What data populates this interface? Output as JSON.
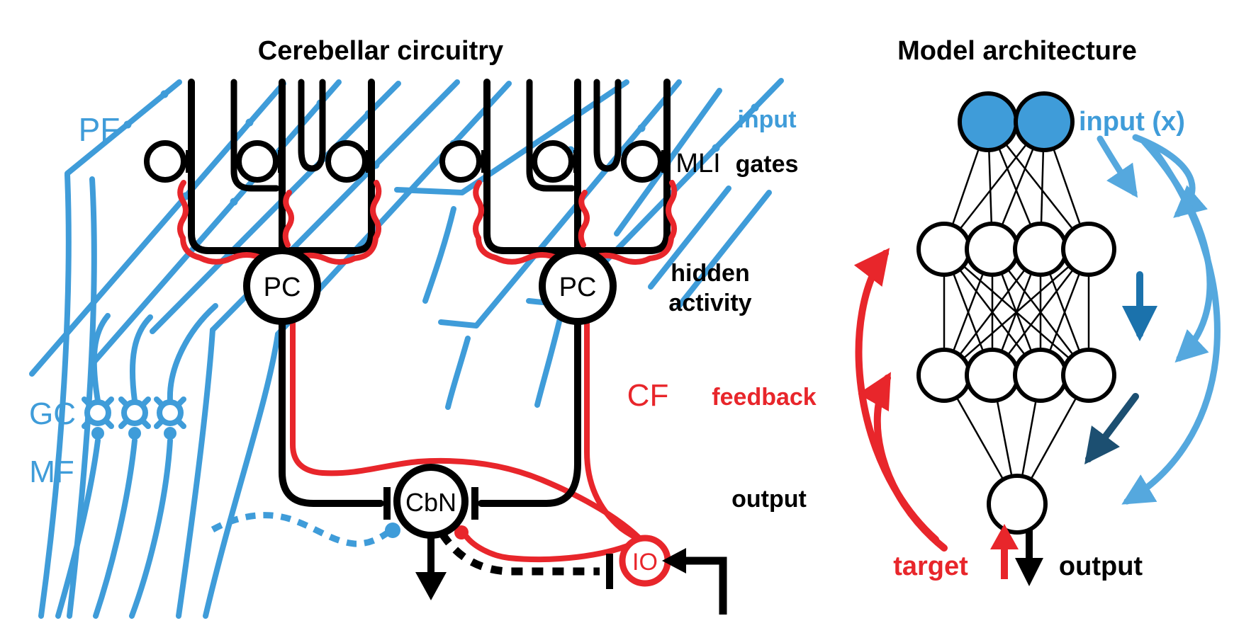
{
  "left_panel": {
    "title": "Cerebellar circuitry",
    "labels": {
      "pf": "PF",
      "gc": "GC",
      "mf": "MF",
      "mli": "MLI",
      "cf": "CF",
      "pc_left": "PC",
      "pc_right": "PC",
      "cbn": "CbN",
      "io": "IO"
    }
  },
  "stage_labels": {
    "input": "input",
    "gates": "gates",
    "hidden_line1": "hidden",
    "hidden_line2": "activity",
    "feedback": "feedback",
    "output": "output"
  },
  "right_panel": {
    "title": "Model architecture",
    "labels": {
      "input_x": "input (x)",
      "target": "target",
      "output": "output"
    },
    "network": {
      "type": "feedforward",
      "layers": [
        {
          "name": "input",
          "units": 2,
          "fill": "#3F9CD9"
        },
        {
          "name": "hidden1",
          "units": 4,
          "fill": "#FFFFFF"
        },
        {
          "name": "hidden2",
          "units": 4,
          "fill": "#FFFFFF"
        },
        {
          "name": "output",
          "units": 1,
          "fill": "#FFFFFF"
        }
      ]
    }
  },
  "colors": {
    "fiber_blue": "#3F9CD9",
    "light_blue_arrow": "#55A8DE",
    "medium_blue_arrow": "#1B72AC",
    "navy_arrow": "#1C4F71",
    "red": "#E8262B",
    "black": "#000000"
  }
}
